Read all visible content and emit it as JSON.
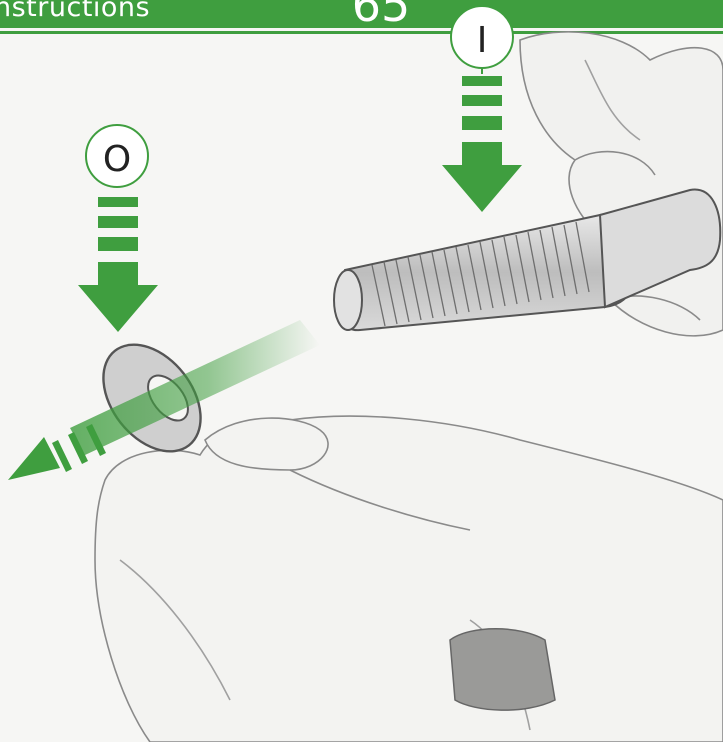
{
  "header": {
    "title": "nstructions",
    "page_number": "65"
  },
  "callouts": [
    {
      "letter": "I",
      "meaning": ""
    },
    {
      "letter": "O",
      "meaning": ""
    }
  ],
  "colors": {
    "accent_green": "#3f9e3f",
    "paper": "#f6f6f4",
    "sketch": "#7a7a7a"
  }
}
